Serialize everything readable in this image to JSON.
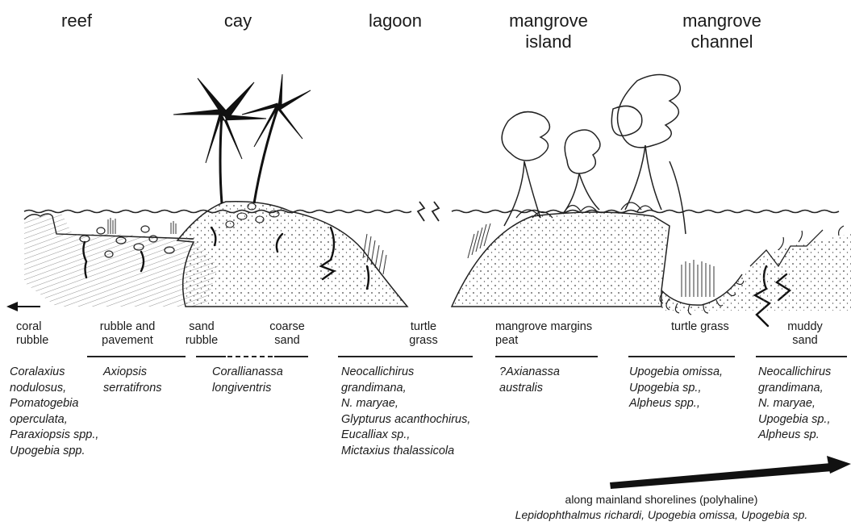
{
  "zones": [
    {
      "id": "reef",
      "label": "reef"
    },
    {
      "id": "cay",
      "label": "cay"
    },
    {
      "id": "lagoon",
      "label": "lagoon"
    },
    {
      "id": "mangrove-island",
      "label": "mangrove\nisland"
    },
    {
      "id": "mangrove-channel",
      "label": "mangrove\nchannel"
    }
  ],
  "habitats": {
    "coral_rubble": "coral\nrubble",
    "rubble_pavement": "rubble and\npavement",
    "sand_rubble": "sand\nrubble",
    "coarse_sand": "coarse\nsand",
    "turtle_grass_lagoon": "turtle\ngrass",
    "mangrove_margins": "mangrove margins\npeat",
    "turtle_grass_channel": "turtle grass",
    "muddy_sand": "muddy\nsand"
  },
  "species": {
    "coral_rubble": [
      "Coralaxius",
      "nodulosus,",
      "Pomatogebia",
      "operculata,",
      "Paraxiopsis spp.,",
      "Upogebia spp."
    ],
    "rubble_pavement": [
      "Axiopsis",
      "serratifrons"
    ],
    "sand_rubble": [
      "Corallianassa",
      "longiventris"
    ],
    "lagoon": [
      "Neocallichirus",
      "grandimana,",
      "N. maryae,",
      "Glypturus acanthochirus,",
      "Eucalliax sp.,",
      "Mictaxius thalassicola"
    ],
    "mangrove_margins": [
      "?Axianassa",
      "australis"
    ],
    "channel_turtle_grass": [
      "Upogebia omissa,",
      "Upogebia sp.,",
      "Alpheus spp.,"
    ],
    "muddy_sand": [
      "Neocallichirus",
      "grandimana,",
      "N. maryae,",
      "Upogebia sp.,",
      "Alpheus sp."
    ]
  },
  "mainland": {
    "line1": "along mainland shorelines (polyhaline)",
    "line2_species": "Lepidophthalmus richardi, Upogebia omissa, Upogebia sp."
  },
  "icons": [
    "left-arrow-icon",
    "right-arrow-icon",
    "palm-tree-icon",
    "mangrove-tree-icon",
    "break-mark-icon"
  ]
}
